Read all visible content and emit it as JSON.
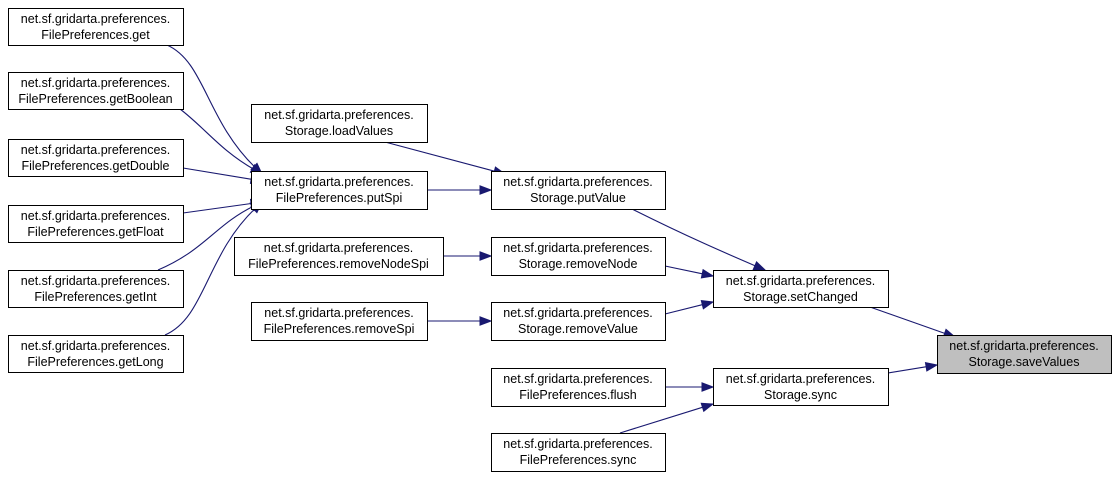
{
  "diagram": {
    "nodes": {
      "fp_get": [
        "net.sf.gridarta.preferences.",
        "FilePreferences.get"
      ],
      "fp_getBoolean": [
        "net.sf.gridarta.preferences.",
        "FilePreferences.getBoolean"
      ],
      "fp_getDouble": [
        "net.sf.gridarta.preferences.",
        "FilePreferences.getDouble"
      ],
      "fp_getFloat": [
        "net.sf.gridarta.preferences.",
        "FilePreferences.getFloat"
      ],
      "fp_getInt": [
        "net.sf.gridarta.preferences.",
        "FilePreferences.getInt"
      ],
      "fp_getLong": [
        "net.sf.gridarta.preferences.",
        "FilePreferences.getLong"
      ],
      "st_loadValues": [
        "net.sf.gridarta.preferences.",
        "Storage.loadValues"
      ],
      "fp_putSpi": [
        "net.sf.gridarta.preferences.",
        "FilePreferences.putSpi"
      ],
      "fp_removeNodeSpi": [
        "net.sf.gridarta.preferences.",
        "FilePreferences.removeNodeSpi"
      ],
      "fp_removeSpi": [
        "net.sf.gridarta.preferences.",
        "FilePreferences.removeSpi"
      ],
      "st_putValue": [
        "net.sf.gridarta.preferences.",
        "Storage.putValue"
      ],
      "st_removeNode": [
        "net.sf.gridarta.preferences.",
        "Storage.removeNode"
      ],
      "st_removeValue": [
        "net.sf.gridarta.preferences.",
        "Storage.removeValue"
      ],
      "fp_flush": [
        "net.sf.gridarta.preferences.",
        "FilePreferences.flush"
      ],
      "fp_sync": [
        "net.sf.gridarta.preferences.",
        "FilePreferences.sync"
      ],
      "st_setChanged": [
        "net.sf.gridarta.preferences.",
        "Storage.setChanged"
      ],
      "st_sync": [
        "net.sf.gridarta.preferences.",
        "Storage.sync"
      ],
      "st_saveValues": [
        "net.sf.gridarta.preferences.",
        "Storage.saveValues"
      ]
    },
    "highlighted": "st_saveValues",
    "edges": [
      [
        "fp_get",
        "fp_putSpi"
      ],
      [
        "fp_getBoolean",
        "fp_putSpi"
      ],
      [
        "fp_getDouble",
        "fp_putSpi"
      ],
      [
        "fp_getFloat",
        "fp_putSpi"
      ],
      [
        "fp_getInt",
        "fp_putSpi"
      ],
      [
        "fp_getLong",
        "fp_putSpi"
      ],
      [
        "st_loadValues",
        "st_putValue"
      ],
      [
        "fp_putSpi",
        "st_putValue"
      ],
      [
        "fp_removeNodeSpi",
        "st_removeNode"
      ],
      [
        "fp_removeSpi",
        "st_removeValue"
      ],
      [
        "st_putValue",
        "st_setChanged"
      ],
      [
        "st_removeNode",
        "st_setChanged"
      ],
      [
        "st_removeValue",
        "st_setChanged"
      ],
      [
        "fp_flush",
        "st_sync"
      ],
      [
        "fp_sync",
        "st_sync"
      ],
      [
        "st_setChanged",
        "st_saveValues"
      ],
      [
        "st_sync",
        "st_saveValues"
      ]
    ],
    "colors": {
      "edge": "#191970",
      "node_border": "#000000",
      "node_fill": "#ffffff",
      "highlight_fill": "#bfbfbf"
    }
  }
}
